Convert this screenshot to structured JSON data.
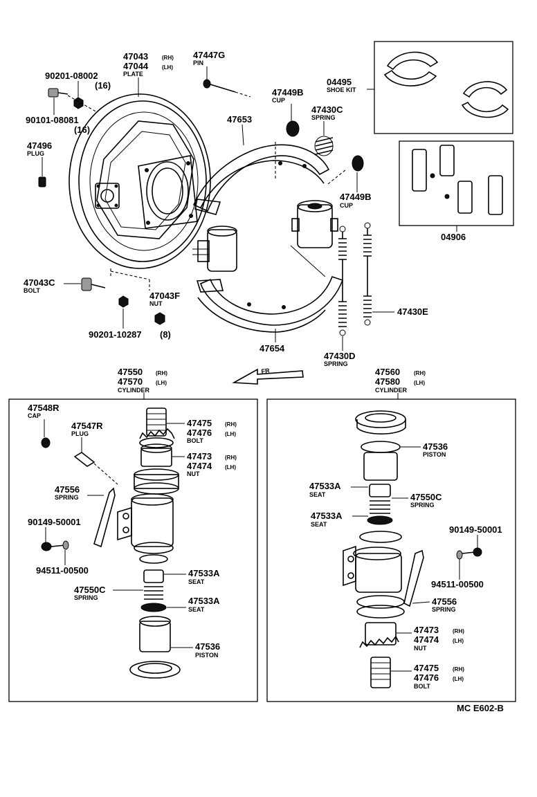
{
  "labels": {
    "plate": {
      "pn1": "47043",
      "rh": "(RH)",
      "pn2": "47044",
      "lh": "(LH)",
      "desc": "PLATE"
    },
    "pin": {
      "pn": "47447G",
      "desc": "PIN"
    },
    "nut_top": {
      "pn": "90201-08002",
      "qty": "(16)"
    },
    "bolt_top": {
      "pn": "90101-08081",
      "qty": "(16)"
    },
    "plug_top": {
      "pn": "47496",
      "desc": "PLUG"
    },
    "cup1": {
      "pn": "47449B",
      "desc": "CUP"
    },
    "spring_c": {
      "pn": "47430C",
      "desc": "SPRING"
    },
    "shoe_upper": {
      "pn": "47653"
    },
    "shoe_kit": {
      "pn": "04495",
      "desc": "SHOE KIT"
    },
    "cup2": {
      "pn": "47449B",
      "desc": "CUP"
    },
    "kit_04906": {
      "pn": "04906"
    },
    "bolt_47043c": {
      "pn": "47043C",
      "desc": "BOLT"
    },
    "nut_47043f": {
      "pn": "47043F",
      "desc": "NUT"
    },
    "nut_bottom": {
      "pn": "90201-10287",
      "qty": "(8)"
    },
    "shoe_lower": {
      "pn": "47654"
    },
    "spring_d": {
      "pn": "47430D",
      "desc": "SPRING"
    },
    "spring_e": {
      "pn": "47430E"
    },
    "fr": {
      "text": "FR"
    },
    "cyl_left": {
      "pn1": "47550",
      "rh": "(RH)",
      "pn2": "47570",
      "lh": "(LH)",
      "desc": "CYLINDER"
    },
    "cyl_right": {
      "pn1": "47560",
      "rh": "(RH)",
      "pn2": "47580",
      "lh": "(LH)",
      "desc": "CYLINDER"
    },
    "left_panel": {
      "cap": {
        "pn": "47548R",
        "desc": "CAP"
      },
      "plug": {
        "pn": "47547R",
        "desc": "PLUG"
      },
      "spring_56": {
        "pn": "47556",
        "desc": "SPRING"
      },
      "bolt_std": {
        "pn": "90149-50001"
      },
      "washer": {
        "pn": "94511-00500"
      },
      "spring_50c": {
        "pn": "47550C",
        "desc": "SPRING"
      },
      "adj_bolt": {
        "pn1": "47475",
        "rh": "(RH)",
        "pn2": "47476",
        "lh": "(LH)",
        "desc": "BOLT"
      },
      "adj_nut": {
        "pn1": "47473",
        "rh": "(RH)",
        "pn2": "47474",
        "lh": "(LH)",
        "desc": "NUT"
      },
      "seat1": {
        "pn": "47533A",
        "desc": "SEAT"
      },
      "seat2": {
        "pn": "47533A",
        "desc": "SEAT"
      },
      "piston": {
        "pn": "47536",
        "desc": "PISTON"
      }
    },
    "right_panel": {
      "piston": {
        "pn": "47536",
        "desc": "PISTON"
      },
      "seat1": {
        "pn": "47533A",
        "desc": "SEAT"
      },
      "spring_50c": {
        "pn": "47550C",
        "desc": "SPRING"
      },
      "seat2": {
        "pn": "47533A",
        "desc": "SEAT"
      },
      "bolt_std": {
        "pn": "90149-50001"
      },
      "washer": {
        "pn": "94511-00500"
      },
      "spring_56": {
        "pn": "47556",
        "desc": "SPRING"
      },
      "adj_nut": {
        "pn1": "47473",
        "rh": "(RH)",
        "pn2": "47474",
        "lh": "(LH)",
        "desc": "NUT"
      },
      "adj_bolt": {
        "pn1": "47475",
        "rh": "(RH)",
        "pn2": "47476",
        "lh": "(LH)",
        "desc": "BOLT"
      }
    },
    "drawing_code": "MC E602-B"
  }
}
